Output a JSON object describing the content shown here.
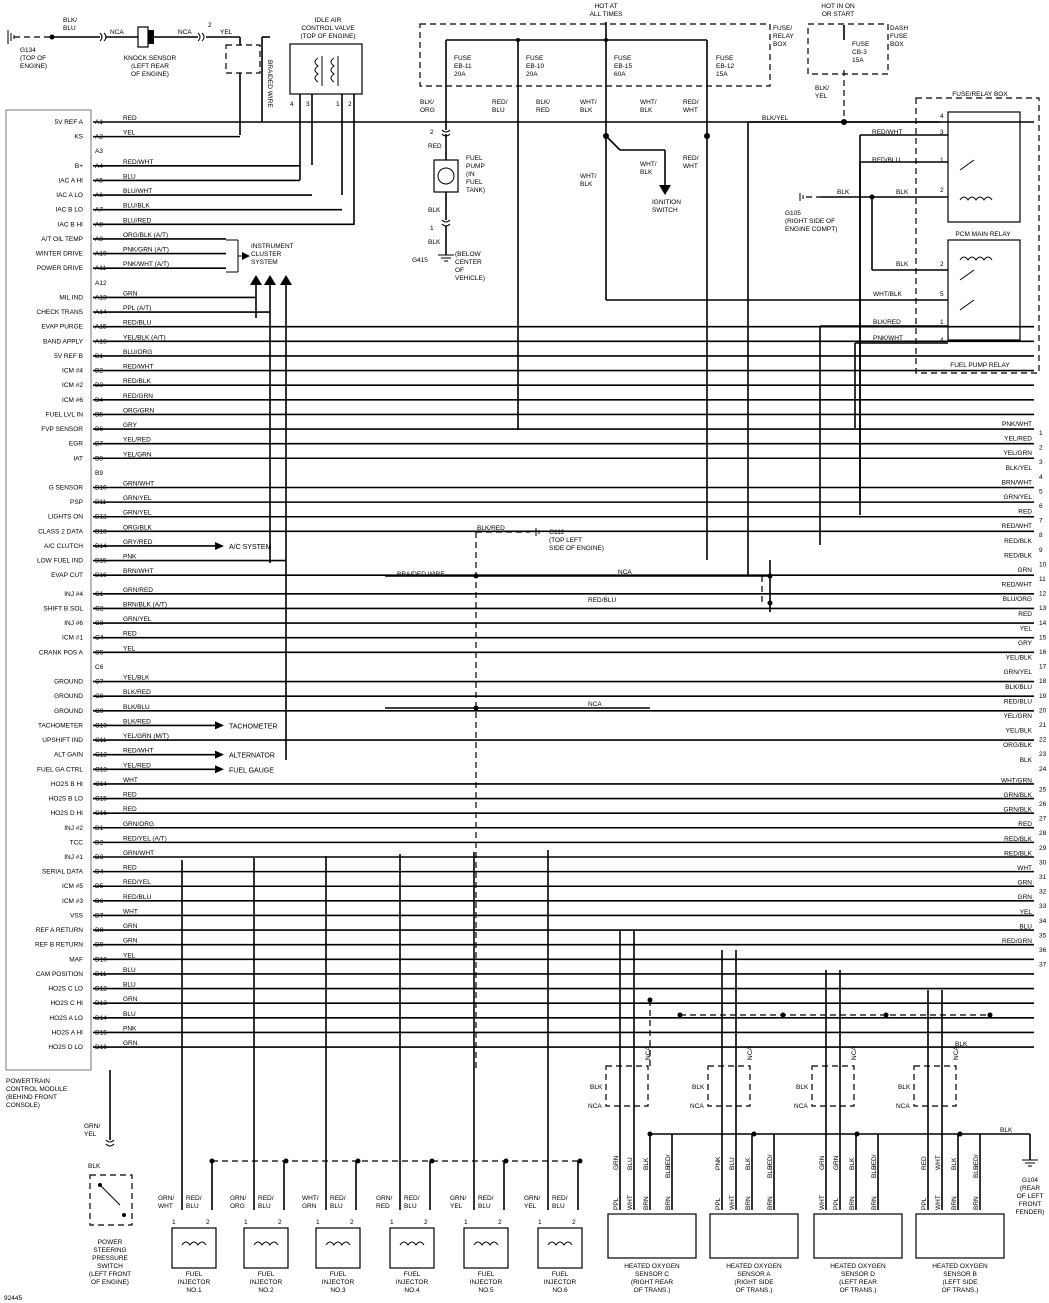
{
  "pcm": {
    "caption": [
      "POWERTRAIN",
      "CONTROL MODULE",
      "(BEHIND FRONT",
      "CONSOLE)"
    ],
    "pins": [
      {
        "label": "5V REF A",
        "pin": "A1",
        "color": "RED"
      },
      {
        "label": "KS",
        "pin": "A2",
        "color": "YEL"
      },
      {
        "label": "",
        "pin": "A3",
        "color": ""
      },
      {
        "label": "B+",
        "pin": "A4",
        "color": "RED/WHT"
      },
      {
        "label": "IAC A HI",
        "pin": "A5",
        "color": "BLU"
      },
      {
        "label": "IAC A LO",
        "pin": "A6",
        "color": "BLU/WHT"
      },
      {
        "label": "IAC B LO",
        "pin": "A7",
        "color": "BLU/BLK"
      },
      {
        "label": "IAC B HI",
        "pin": "A8",
        "color": "BLU/RED"
      },
      {
        "label": "A/T OIL TEMP",
        "pin": "A9",
        "color": "ORG/BLK (A/T)"
      },
      {
        "label": "WINTER DRIVE",
        "pin": "A10",
        "color": "PNK/GRN (A/T)"
      },
      {
        "label": "POWER DRIVE",
        "pin": "A11",
        "color": "PNK/WHT (A/T)"
      },
      {
        "label": "",
        "pin": "A12",
        "color": ""
      },
      {
        "label": "MIL IND",
        "pin": "A13",
        "color": "GRN"
      },
      {
        "label": "CHECK TRANS",
        "pin": "A14",
        "color": "PPL (A/T)"
      },
      {
        "label": "EVAP PURGE",
        "pin": "A15",
        "color": "RED/BLU"
      },
      {
        "label": "BAND APPLY",
        "pin": "A16",
        "color": "YEL/BLK (A/T)"
      },
      {
        "label": "5V REF B",
        "pin": "B1",
        "color": "BLU/ORG"
      },
      {
        "label": "ICM #4",
        "pin": "B2",
        "color": "RED/WHT"
      },
      {
        "label": "ICM #2",
        "pin": "B3",
        "color": "RED/BLK"
      },
      {
        "label": "ICM #6",
        "pin": "B4",
        "color": "RED/GRN"
      },
      {
        "label": "FUEL LVL IN",
        "pin": "B5",
        "color": "ORG/GRN"
      },
      {
        "label": "FVP SENSOR",
        "pin": "B6",
        "color": "GRY"
      },
      {
        "label": "EGR",
        "pin": "B7",
        "color": "YEL/RED"
      },
      {
        "label": "IAT",
        "pin": "B8",
        "color": "YEL/GRN"
      },
      {
        "label": "",
        "pin": "B9",
        "color": ""
      },
      {
        "label": "G SENSOR",
        "pin": "B10",
        "color": "GRN/WHT"
      },
      {
        "label": "PSP",
        "pin": "B11",
        "color": "GRN/YEL"
      },
      {
        "label": "LIGHTS ON",
        "pin": "B12",
        "color": "GRN/YEL"
      },
      {
        "label": "CLASS 2 DATA",
        "pin": "B13",
        "color": "ORG/BLK"
      },
      {
        "label": "A/C CLUTCH",
        "pin": "B14",
        "color": "GRY/RED"
      },
      {
        "label": "LOW FUEL IND",
        "pin": "B15",
        "color": "PNK"
      },
      {
        "label": "EVAP CUT",
        "pin": "B16",
        "color": "BRN/WHT"
      },
      {
        "label": "INJ #4",
        "pin": "C1",
        "color": "GRN/RED"
      },
      {
        "label": "SHIFT B SOL",
        "pin": "C2",
        "color": "BRN/BLK (A/T)"
      },
      {
        "label": "INJ #6",
        "pin": "C3",
        "color": "GRN/YEL"
      },
      {
        "label": "ICM #1",
        "pin": "C4",
        "color": "RED"
      },
      {
        "label": "CRANK POS A",
        "pin": "C5",
        "color": "YEL"
      },
      {
        "label": "",
        "pin": "C6",
        "color": ""
      },
      {
        "label": "GROUND",
        "pin": "C7",
        "color": "YEL/BLK"
      },
      {
        "label": "GROUND",
        "pin": "C8",
        "color": "BLK/RED"
      },
      {
        "label": "GROUND",
        "pin": "C9",
        "color": "BLK/BLU"
      },
      {
        "label": "TACHOMETER",
        "pin": "C10",
        "color": "BLK/RED"
      },
      {
        "label": "UPSHIFT IND",
        "pin": "C11",
        "color": "YEL/GRN (M/T)"
      },
      {
        "label": "ALT GAIN",
        "pin": "C12",
        "color": "RED/WHT"
      },
      {
        "label": "FUEL GA CTRL",
        "pin": "C13",
        "color": "YEL/RED"
      },
      {
        "label": "HO2S B HI",
        "pin": "C14",
        "color": "WHT"
      },
      {
        "label": "HO2S B LO",
        "pin": "C15",
        "color": "RED"
      },
      {
        "label": "HO2S D HI",
        "pin": "C16",
        "color": "RED"
      },
      {
        "label": "INJ #2",
        "pin": "D1",
        "color": "GRN/ORG"
      },
      {
        "label": "TCC",
        "pin": "D2",
        "color": "RED/YEL (A/T)"
      },
      {
        "label": "INJ #1",
        "pin": "D3",
        "color": "GRN/WHT"
      },
      {
        "label": "SERIAL DATA",
        "pin": "D4",
        "color": "RED"
      },
      {
        "label": "ICM #5",
        "pin": "D5",
        "color": "RED/YEL"
      },
      {
        "label": "ICM #3",
        "pin": "D6",
        "color": "RED/BLU"
      },
      {
        "label": "VSS",
        "pin": "D7",
        "color": "WHT"
      },
      {
        "label": "REF A RETURN",
        "pin": "D8",
        "color": "GRN"
      },
      {
        "label": "REF B RETURN",
        "pin": "D9",
        "color": "GRN"
      },
      {
        "label": "MAF",
        "pin": "D10",
        "color": "YEL"
      },
      {
        "label": "CAM POSITION",
        "pin": "D11",
        "color": "BLU"
      },
      {
        "label": "HO2S C LO",
        "pin": "D12",
        "color": "BLU"
      },
      {
        "label": "HO2S C HI",
        "pin": "D13",
        "color": "GRN"
      },
      {
        "label": "HO2S A LO",
        "pin": "D14",
        "color": "BLU"
      },
      {
        "label": "HO2S A HI",
        "pin": "D15",
        "color": "PNK"
      },
      {
        "label": "HO2S D LO",
        "pin": "D16",
        "color": "GRN"
      }
    ]
  },
  "right_pins": [
    {
      "n": "1",
      "color": "PNK/WHT"
    },
    {
      "n": "2",
      "color": "YEL/RED"
    },
    {
      "n": "3",
      "color": "YEL/GRN"
    },
    {
      "n": "4",
      "color": "BLK/YEL"
    },
    {
      "n": "5",
      "color": "BRN/WHT"
    },
    {
      "n": "6",
      "color": "GRN/YEL"
    },
    {
      "n": "7",
      "color": "RED"
    },
    {
      "n": "8",
      "color": "RED/WHT"
    },
    {
      "n": "9",
      "color": "RED/BLK"
    },
    {
      "n": "10",
      "color": "RED/BLK"
    },
    {
      "n": "11",
      "color": "GRN"
    },
    {
      "n": "12",
      "color": "RED/WHT"
    },
    {
      "n": "13",
      "color": "BLU/ORG"
    },
    {
      "n": "14",
      "color": "RED"
    },
    {
      "n": "15",
      "color": "YEL"
    },
    {
      "n": "16",
      "color": "GRY"
    },
    {
      "n": "17",
      "color": "YEL/BLK"
    },
    {
      "n": "18",
      "color": "GRN/YEL"
    },
    {
      "n": "19",
      "color": "BLK/BLU"
    },
    {
      "n": "20",
      "color": "RED/BLU"
    },
    {
      "n": "21",
      "color": "YEL/GRN"
    },
    {
      "n": "22",
      "color": "YEL/BLK"
    },
    {
      "n": "23",
      "color": "ORG/BLK"
    },
    {
      "n": "24",
      "color": "BLK"
    },
    {
      "n": "25",
      "color": "WHT/GRN"
    },
    {
      "n": "26",
      "color": "GRN/BLK"
    },
    {
      "n": "27",
      "color": "GRN/BLK"
    },
    {
      "n": "28",
      "color": "RED"
    },
    {
      "n": "29",
      "color": "RED/BLK"
    },
    {
      "n": "30",
      "color": "RED/BLK"
    },
    {
      "n": "31",
      "color": "WHT"
    },
    {
      "n": "32",
      "color": "GRN"
    },
    {
      "n": "33",
      "color": "GRN"
    },
    {
      "n": "34",
      "color": "YEL"
    },
    {
      "n": "35",
      "color": "BLU"
    },
    {
      "n": "36",
      "color": "RED/GRN"
    },
    {
      "n": "37",
      "color": ""
    }
  ],
  "top": {
    "g134": [
      "G134",
      "(TOP OF",
      "ENGINE)"
    ],
    "g134_wire": [
      "BLK/",
      "BLU"
    ],
    "nca": "NCA",
    "yel": "YEL",
    "knock_sensor": [
      "KNOCK SENSOR",
      "(LEFT REAR",
      "OF ENGINE)"
    ],
    "braided_wire": "BRAIDED WIRE",
    "iac_valve": [
      "IDLE AIR",
      "CONTROL VALVE",
      "(TOP OF ENGINE)"
    ],
    "iac_pins": [
      "4",
      "3",
      "1",
      "2"
    ],
    "hot_at_all_times": [
      "HOT AT",
      "ALL TIMES"
    ],
    "hot_in_on": [
      "HOT IN ON",
      "OR START"
    ],
    "fuse_relay_box": [
      "FUSE/",
      "RELAY",
      "BOX"
    ],
    "dash_fuse_box": [
      "DASH",
      "FUSE",
      "BOX"
    ],
    "fuses": [
      {
        "name": [
          "FUSE",
          "EB-11",
          "20A"
        ]
      },
      {
        "name": [
          "FUSE",
          "EB-10",
          "20A"
        ]
      },
      {
        "name": [
          "FUSE",
          "EB-15",
          "60A"
        ]
      },
      {
        "name": [
          "FUSE",
          "EB-12",
          "15A"
        ]
      }
    ],
    "fuse_cb3": [
      "FUSE",
      "CB-3",
      "15A"
    ],
    "fuse_wires": [
      "BLK/ ORG",
      "RED/ BLU",
      "BLK/ RED",
      "WHT/ BLK",
      "WHT/ BLK",
      "RED/ WHT",
      "BLK/ YEL"
    ],
    "fuel_pump": [
      "FUEL",
      "PUMP",
      "(IN",
      "FUEL",
      "TANK)"
    ],
    "fuel_pump_wires": [
      "2",
      "RED",
      "BLK",
      "1",
      "BLK"
    ],
    "g415": "G415",
    "g415_loc": [
      "(BELOW",
      "CENTER",
      "OF",
      "VEHICLE)"
    ],
    "ignition_switch": [
      "IGNITION",
      "SWITCH"
    ],
    "ign_wires": [
      "WHT/ BLK",
      "WHT/ BLK",
      "RED/ WHT"
    ],
    "inst_cluster": [
      "INSTRUMENT",
      "CLUSTER",
      "SYSTEM"
    ],
    "ac_system": "A/C SYSTEM",
    "tachometer": "TACHOMETER",
    "alternator": "ALTERNATOR",
    "fuel_gauge": "FUEL GAUGE",
    "g112": [
      "G112",
      "(TOP LEFT",
      "SIDE OF ENGINE)"
    ],
    "g112_wire": "BLK/RED",
    "red_blu": "RED/BLU",
    "nca2": "NCA",
    "nca3": "NCA"
  },
  "relay_box": {
    "title": "FUSE/RELAY BOX",
    "pcm_main_relay": "PCM MAIN RELAY",
    "fuel_pump_relay": "FUEL PUMP RELAY",
    "wires": [
      "BLK/YEL",
      "RED/WHT",
      "RED/BLU",
      "BLK",
      "BLK",
      "BLK",
      "WHT/BLK",
      "BLK/RED",
      "PNK/WHT"
    ],
    "pins_main": [
      "4",
      "3",
      "1",
      "2"
    ],
    "pins_fp": [
      "2",
      "5",
      "1",
      "4"
    ],
    "g105": [
      "G105",
      "(RIGHT SIDE OF",
      "ENGINE COMPT)"
    ]
  },
  "injectors": [
    {
      "name": [
        "FUEL",
        "INJECTOR",
        "NO.1"
      ],
      "wires": [
        "GRN/ WHT",
        "RED/ BLU"
      ]
    },
    {
      "name": [
        "FUEL",
        "INJECTOR",
        "NO.2"
      ],
      "wires": [
        "GRN/ ORG",
        "RED/ BLU"
      ]
    },
    {
      "name": [
        "FUEL",
        "INJECTOR",
        "NO.3"
      ],
      "wires": [
        "WHT/ GRN",
        "RED/ BLU"
      ]
    },
    {
      "name": [
        "FUEL",
        "INJECTOR",
        "NO.4"
      ],
      "wires": [
        "GRN/ RED",
        "RED/ BLU"
      ]
    },
    {
      "name": [
        "FUEL",
        "INJECTOR",
        "NO.5"
      ],
      "wires": [
        "GRN/ YEL",
        "RED/ BLU"
      ]
    },
    {
      "name": [
        "FUEL",
        "INJECTOR",
        "NO.6"
      ],
      "wires": [
        "GRN/ YEL",
        "RED/ BLU"
      ]
    }
  ],
  "injector_pins": [
    "1",
    "2"
  ],
  "ps_switch": {
    "name": [
      "POWER",
      "STEERING",
      "PRESSURE",
      "SWITCH",
      "(LEFT FRONT",
      "OF ENGINE)"
    ],
    "wires": [
      "GRN/ YEL",
      "BLK"
    ]
  },
  "o2_sensors": [
    {
      "name": [
        "HEATED OXYGEN",
        "SENSOR C",
        "(RIGHT REAR",
        "OF TRANS.)"
      ],
      "top_wires": [
        "GRN",
        "BLU",
        "BLK",
        "RED/ BLU"
      ],
      "bot_wires": [
        "PPL",
        "WHT",
        "BRN",
        "BRN"
      ]
    },
    {
      "name": [
        "HEATED OXYGEN",
        "SENSOR A",
        "(RIGHT SIDE",
        "OF TRANS.)"
      ],
      "top_wires": [
        "PNK",
        "BLU",
        "BLK",
        "RED/ BLU"
      ],
      "bot_wires": [
        "PPL",
        "WHT",
        "BRN",
        "BRN"
      ]
    },
    {
      "name": [
        "HEATED OXYGEN",
        "SENSOR D",
        "(LEFT REAR",
        "OF TRANS.)"
      ],
      "top_wires": [
        "GRN",
        "GRN",
        "BLK",
        "RED/ BLU"
      ],
      "bot_wires": [
        "WHT",
        "PPL",
        "BRN",
        "BRN"
      ]
    },
    {
      "name": [
        "HEATED OXYGEN",
        "SENSOR B",
        "(LEFT SIDE",
        "OF TRANS.)"
      ],
      "top_wires": [
        "RED",
        "WHT",
        "BLK",
        "RED/ BLU"
      ],
      "bot_wires": [
        "PPL",
        "WHT",
        "BRN",
        "BRN"
      ]
    }
  ],
  "o2_labels": {
    "blk": "BLK",
    "nca": "NCA"
  },
  "g104": {
    "label": [
      "G104",
      "(REAR",
      "OF LEFT",
      "FRONT",
      "FENDER)"
    ],
    "wire": "BLK"
  },
  "figure_number": "92445"
}
